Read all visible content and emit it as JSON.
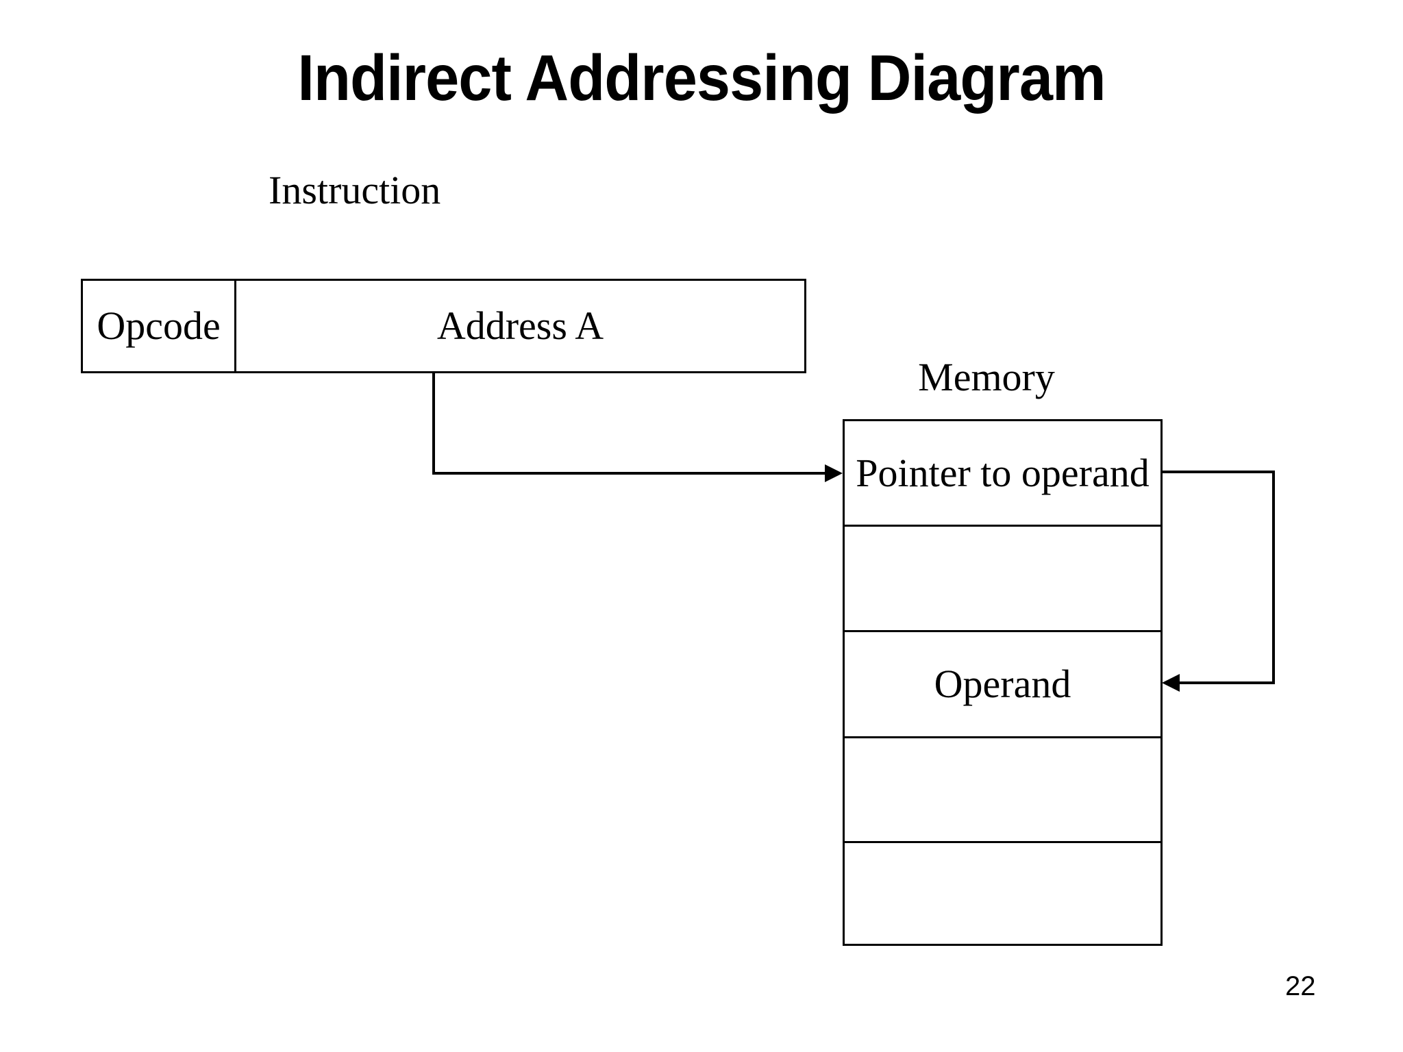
{
  "slide": {
    "title": "Indirect Addressing Diagram",
    "page_number": "22",
    "background_color": "#ffffff",
    "ink_color": "#000000"
  },
  "instruction": {
    "caption": "Instruction",
    "fields": [
      {
        "name": "opcode",
        "label": "Opcode"
      },
      {
        "name": "address",
        "label": "Address A"
      }
    ]
  },
  "memory": {
    "caption": "Memory",
    "rows": [
      {
        "name": "pointer-cell",
        "label": "Pointer to operand"
      },
      {
        "name": "empty-cell-1",
        "label": ""
      },
      {
        "name": "operand-cell",
        "label": "Operand"
      },
      {
        "name": "empty-cell-2",
        "label": ""
      },
      {
        "name": "empty-cell-3",
        "label": ""
      }
    ]
  },
  "connectors": [
    {
      "name": "address-to-pointer",
      "from": "Address A",
      "to": "Pointer to operand",
      "style": "elbow-arrow",
      "arrow_direction": "right"
    },
    {
      "name": "pointer-to-operand",
      "from": "Pointer to operand",
      "to": "Operand",
      "style": "loop-arrow",
      "arrow_direction": "left"
    }
  ]
}
